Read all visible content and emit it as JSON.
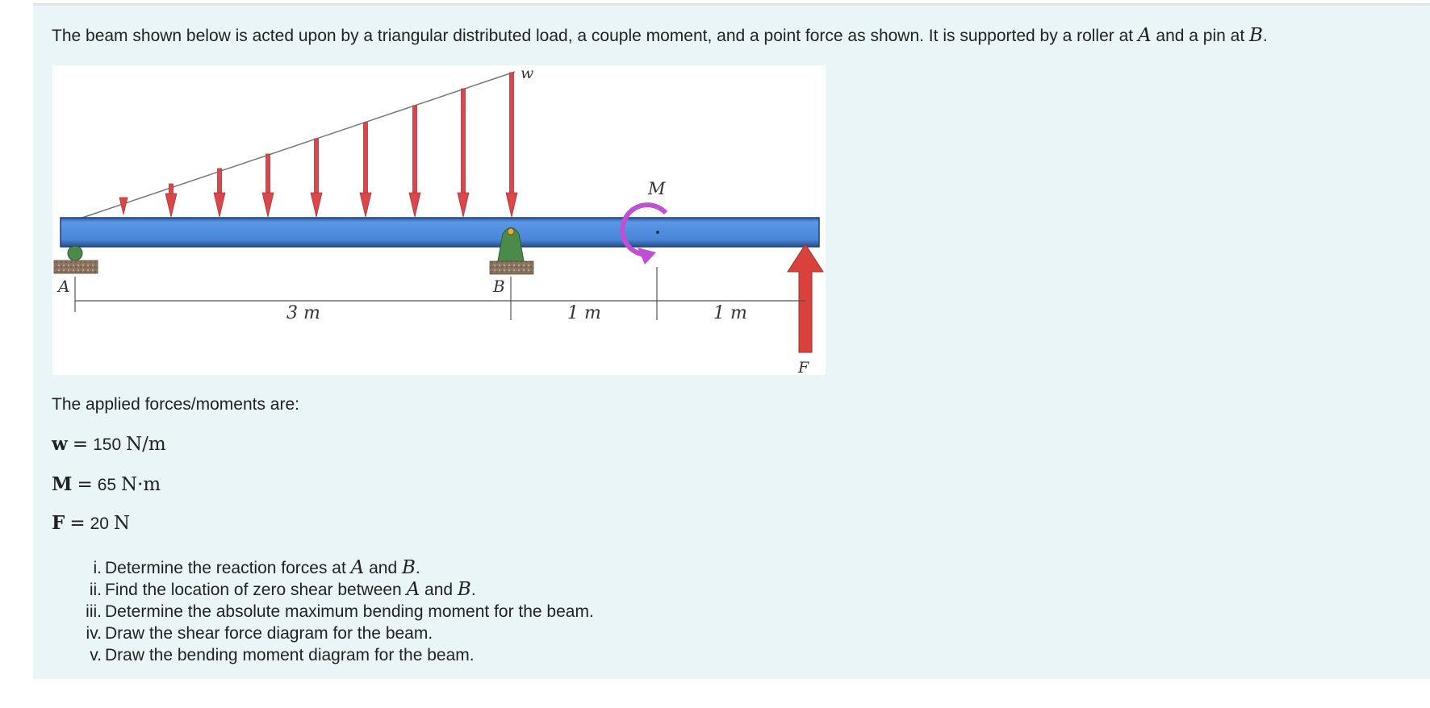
{
  "intro": {
    "text_before_A": "The beam shown below is acted upon by a triangular distributed load, a couple moment, and a point force as shown. It is supported by a roller at ",
    "A": "A",
    "text_between": " and a pin at ",
    "B": "B",
    "text_end": "."
  },
  "figure": {
    "label_w": "w",
    "label_M": "M",
    "label_A": "A",
    "label_B": "B",
    "label_F": "F",
    "dim_AB": "3 m",
    "dim_BM": "1 m",
    "dim_MF": "1 m",
    "colors": {
      "beam": "#4a86d8",
      "beam_edge": "#2a4f8a",
      "load_arrows": "#d9474b",
      "moment": "#bf4fd4",
      "support": "#4c8a4a",
      "ground": "#8a7560",
      "force_arrow": "#d9413c"
    }
  },
  "applied": {
    "heading": "The applied forces/moments are:",
    "w": {
      "symbol": "w",
      "equals": "=",
      "value": "150",
      "unit": "N/m"
    },
    "M": {
      "symbol": "M",
      "equals": "=",
      "value": "65",
      "unit": "N·m"
    },
    "F": {
      "symbol": "F",
      "equals": "=",
      "value": "20",
      "unit": "N"
    }
  },
  "tasks": [
    {
      "num": "i.",
      "before": "Determine the reaction forces at ",
      "A": "A",
      "mid": " and ",
      "B": "B",
      "end": "."
    },
    {
      "num": "ii.",
      "before": "Find the location of zero shear between ",
      "A": "A",
      "mid": " and ",
      "B": "B",
      "end": "."
    },
    {
      "num": "iii.",
      "text": "Determine the absolute maximum bending moment for the beam."
    },
    {
      "num": "iv.",
      "text": "Draw the shear force diagram for the beam."
    },
    {
      "num": "v.",
      "text": "Draw the bending moment diagram for the beam."
    }
  ]
}
